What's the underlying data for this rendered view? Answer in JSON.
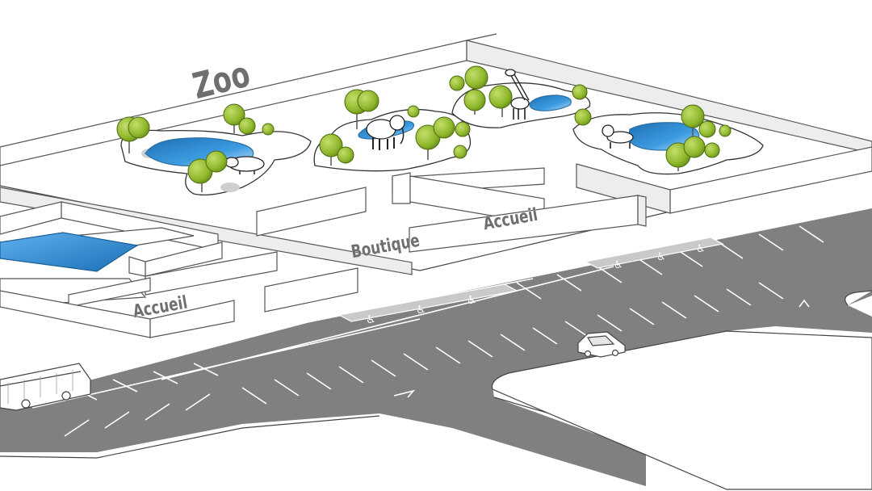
{
  "labels": {
    "zoo": "Zoo",
    "boutique": "Boutique",
    "accueil_right": "Accueil",
    "accueil_left": "Accueil"
  },
  "icons": [
    "wheelchair-icon",
    "arrow-icon",
    "bus-icon",
    "car-icon",
    "elephant-icon",
    "giraffe-icon",
    "hippo-icon",
    "lion-icon",
    "tree-icon",
    "pond-icon"
  ],
  "colors": {
    "road": "#808080",
    "water": "#2a86cf",
    "foliage": "#8fb82c",
    "label": "#6f6f6f"
  }
}
